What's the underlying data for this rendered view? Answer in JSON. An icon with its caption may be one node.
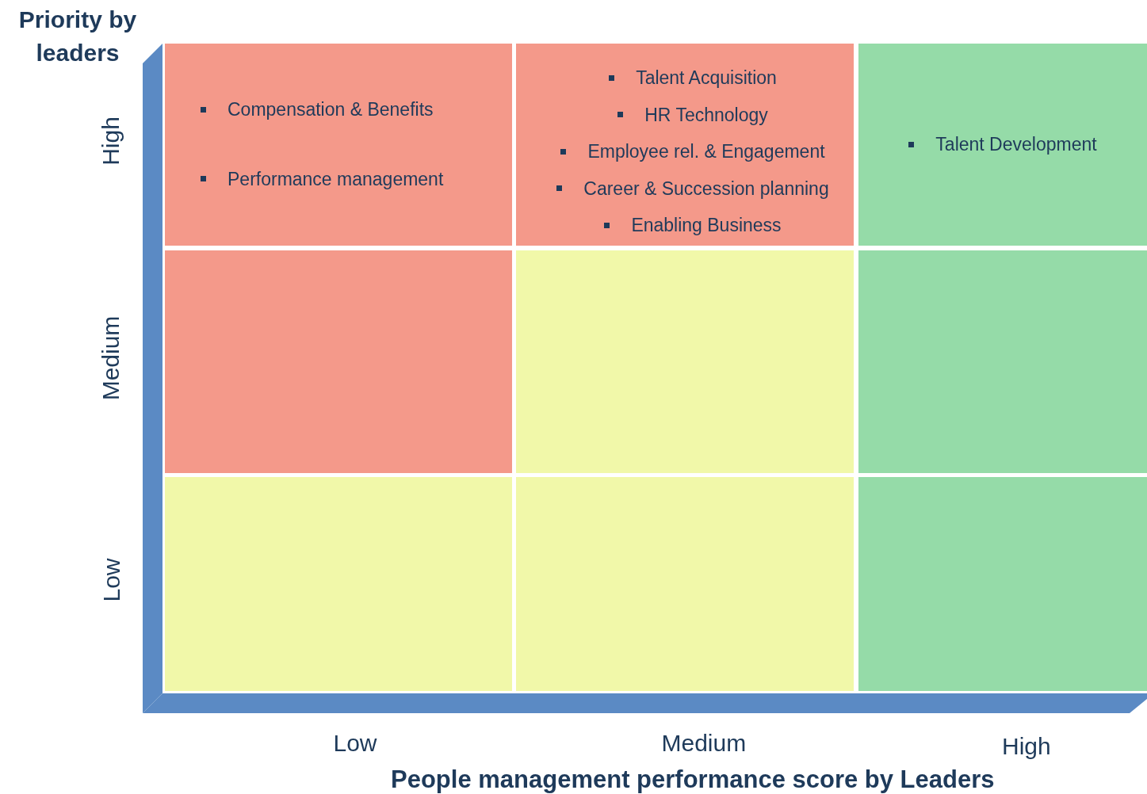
{
  "diagram": {
    "nodes": [
      {
        "text": [
          "Compensation & Benefits",
          "Performance management"
        ]
      },
      {
        "text": [
          "Talent Acquisition",
          "HR Technology",
          "Employee rel. & Engagement",
          "Career & Succession planning",
          "Enabling Business"
        ]
      },
      {
        "text": [
          "Talent Development"
        ]
      },
      {
        "text": [],
        "shape": "box"
      },
      {
        "text": [],
        "shape": "box"
      },
      {
        "text": [],
        "shape": "box"
      },
      {
        "text": [],
        "shape": "box"
      },
      {
        "text": [],
        "shape": "box"
      },
      {
        "text": [],
        "shape": "box"
      },
      {
        "text": [],
        "shape": "bar"
      },
      {
        "text": [],
        "shape": "bar"
      }
    ],
    "edges": [],
    "labels": [
      "Priority by leaders",
      "High",
      "Medium",
      "Low",
      "Low",
      "Medium",
      "High",
      "People management performance score by Leaders"
    ]
  }
}
